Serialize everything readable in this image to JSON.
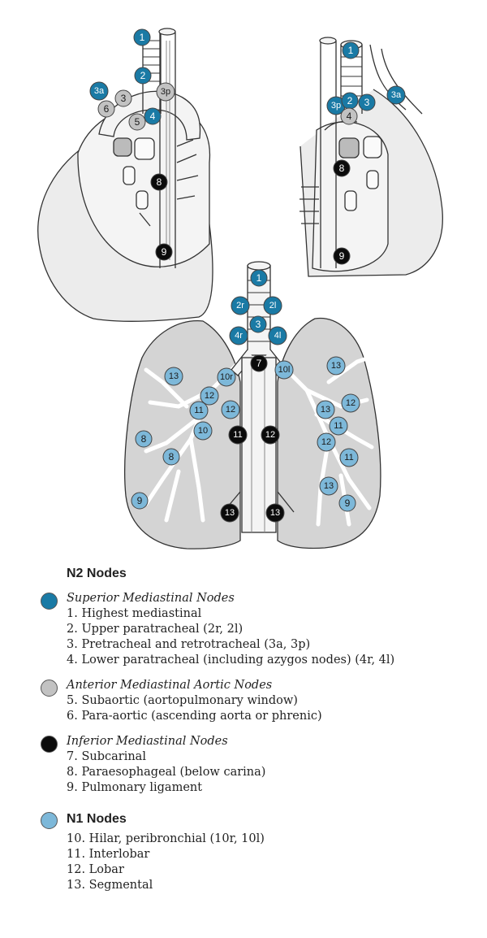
{
  "colors": {
    "superior": "#1a7aa5",
    "aortic": "#c2c2c2",
    "inferior": "#0b0b0b",
    "n1": "#7db8d9",
    "organ": "#d4d4d4",
    "organ_light": "#ececec",
    "vessel": "#f2f2f2",
    "line": "#333333"
  },
  "diagram_nodes": {
    "left_view": [
      "1",
      "2",
      "3a",
      "3",
      "6",
      "3p",
      "5",
      "4",
      "8",
      "9"
    ],
    "right_view": [
      "1",
      "3a",
      "3p",
      "2",
      "3",
      "4",
      "8",
      "9"
    ],
    "lungs_view": [
      "1",
      "2r",
      "2l",
      "3",
      "4r",
      "4l",
      "7",
      "10r",
      "10l",
      "13",
      "13",
      "12",
      "11",
      "12",
      "10",
      "11",
      "12",
      "8",
      "8",
      "13",
      "12",
      "11",
      "12",
      "11",
      "13",
      "13",
      "13",
      "9",
      "9",
      "13"
    ]
  },
  "legend": {
    "n2_title": "N2 Nodes",
    "groups": [
      {
        "key": "superior",
        "title": "Superior Mediastinal Nodes",
        "items": [
          "1. Highest mediastinal",
          "2. Upper paratracheal (2r, 2l)",
          "3. Pretracheal and retrotracheal (3a, 3p)",
          "4. Lower paratracheal (including azygos nodes) (4r, 4l)"
        ]
      },
      {
        "key": "aortic",
        "title": "Anterior  Mediastinal Aortic Nodes",
        "items": [
          "5. Subaortic (aortopulmonary window)",
          "6. Para-aortic (ascending aorta or phrenic)"
        ]
      },
      {
        "key": "inferior",
        "title": "Inferior Mediastinal Nodes",
        "items": [
          "7. Subcarinal",
          "8. Paraesophageal (below carina)",
          "9. Pulmonary ligament"
        ]
      }
    ],
    "n1": {
      "title": "N1 Nodes",
      "items": [
        "10. Hilar, peribronchial (10r, 10l)",
        "11. Interlobar",
        "12. Lobar",
        "13. Segmental"
      ]
    }
  }
}
